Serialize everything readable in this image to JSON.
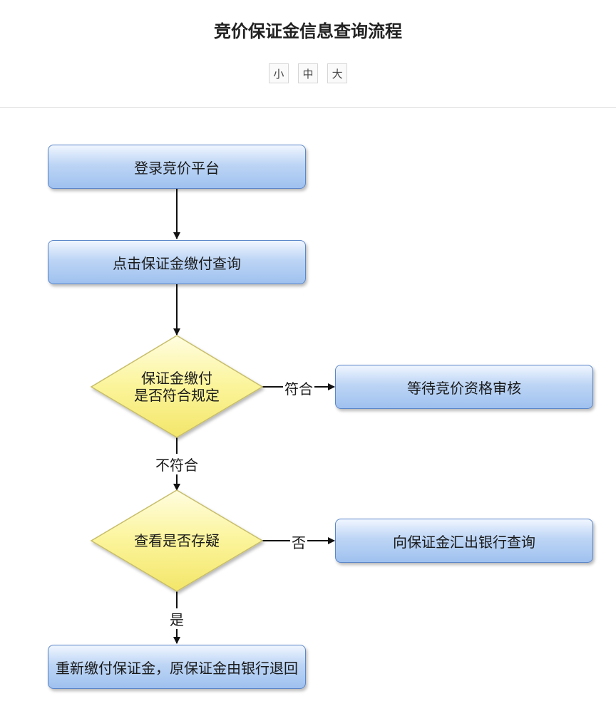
{
  "header": {
    "title": "竞价保证金信息查询流程",
    "font_sizes": [
      "小",
      "中",
      "大"
    ]
  },
  "flow": {
    "step_login": "登录竞价平台",
    "step_query": "点击保证金缴付查询",
    "decision_compliant_line1": "保证金缴付",
    "decision_compliant_line2": "是否符合规定",
    "label_yes_compliant": "符合",
    "step_wait": "等待竞价资格审核",
    "label_not_compliant": "不符合",
    "decision_doubt": "查看是否存疑",
    "label_no": "否",
    "step_bank_query": "向保证金汇出银行查询",
    "label_yes": "是",
    "step_repay": "重新缴付保证金，原保证金由银行退回"
  },
  "colors": {
    "box_border": "#5b86c9",
    "box_fill": "#bdd5f5",
    "diamond_border": "#c7bd6a",
    "diamond_fill": "#fbf49a",
    "arrow": "#111111"
  }
}
